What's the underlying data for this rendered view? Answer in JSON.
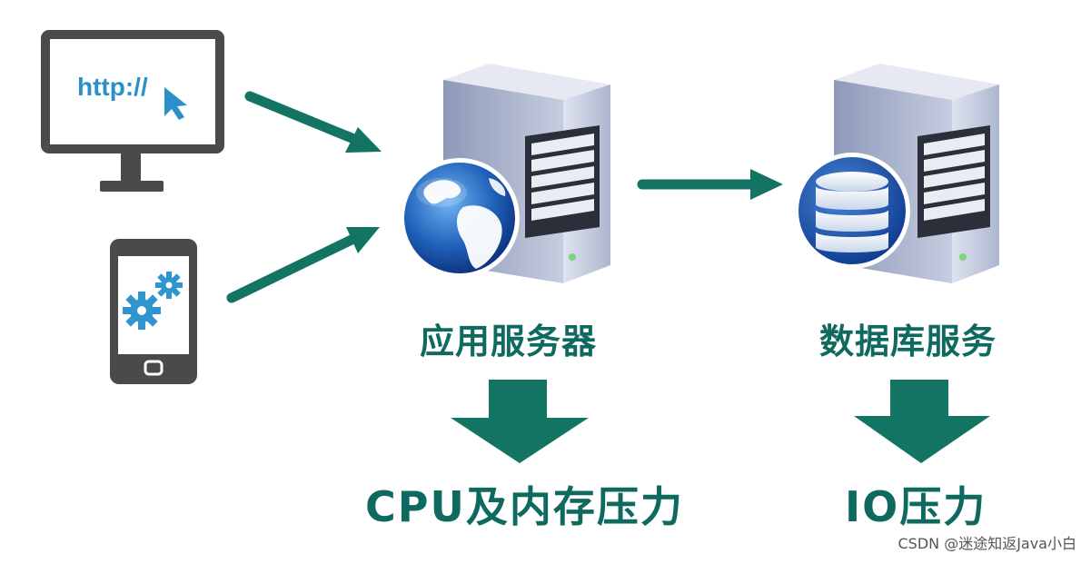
{
  "colors": {
    "arrow": "#137463",
    "label": "#0e6a5e",
    "screen_frame": "#4a4a4a",
    "gear": "#2f95cf",
    "server_body": "#b8c0d6"
  },
  "client_pc": {
    "url_text": "http://",
    "icon": "cursor-icon"
  },
  "client_mobile": {
    "icon": "gears-icon"
  },
  "app_server": {
    "label": "应用服务器",
    "badge_icon": "globe-icon",
    "pressure": "CPU及内存压力"
  },
  "db_server": {
    "label": "数据库服务",
    "badge_icon": "database-icon",
    "pressure": "IO压力"
  },
  "watermark": "CSDN @迷途知返Java小白"
}
